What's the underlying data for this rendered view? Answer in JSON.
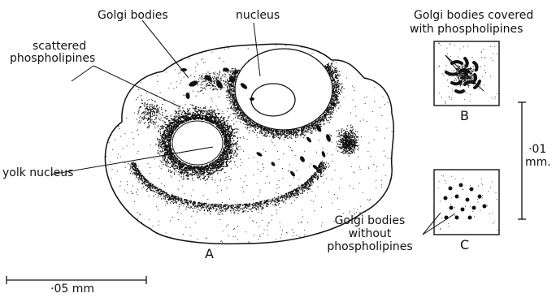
{
  "figure": {
    "labels": {
      "golgi_bodies": "Golgi bodies",
      "nucleus": "nucleus",
      "scattered_1": "scattered",
      "scattered_2": "phospholipines",
      "yolk_nucleus": "yolk nucleus",
      "panel_a": "A",
      "covered_1": "Golgi bodies covered",
      "covered_2": "with phospholipines",
      "panel_b": "B",
      "panel_c": "C",
      "without_1": "Golgi bodies",
      "without_2": "without",
      "without_3": "phospholipines",
      "scale_small_1": "·01",
      "scale_small_2": "mm.",
      "scale_large": "·05 mm"
    }
  }
}
